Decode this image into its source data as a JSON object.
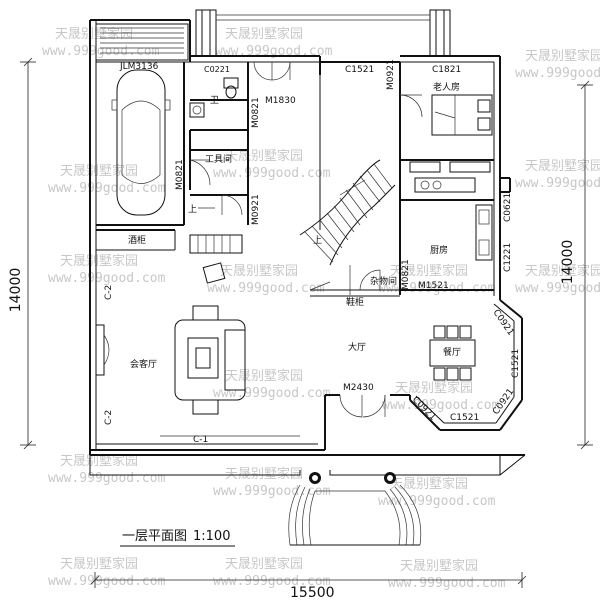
{
  "title": {
    "name": "一层平面图",
    "scale": "1:100"
  },
  "dimensions": {
    "width": "15500",
    "height_left": "14000",
    "height_right": "14000"
  },
  "rooms": {
    "old_room": "老人房",
    "toilet": "卫",
    "tool_room": "工具间",
    "wine_cabinet": "酒柜",
    "living_room": "会客厅",
    "hall": "大厅",
    "kitchen": "厨房",
    "storage": "杂物间",
    "shoe_cabinet": "鞋柜",
    "dining": "餐厅",
    "up_left": "上",
    "up_stair": "上"
  },
  "labels": {
    "jlm3136": "JLM3136",
    "c0221": "C0221",
    "m1830": "M1830",
    "m0821_top": "M0821",
    "m0821_left": "M0821",
    "m0921_a": "M0921",
    "m0921_b": "M0921",
    "c1521_top": "C1521",
    "c1821": "C1821",
    "c0621": "C0621",
    "c1221": "C1221",
    "m0821_storage": "M0821",
    "m1521": "M1521",
    "c0921_right": "C0921",
    "c1521_right": "C1521",
    "c0921_br": "C0921",
    "c0921_bl": "C0921",
    "c1521_bottom": "C1521",
    "m2430": "M2430",
    "c1": "C-1",
    "c2_top": "C-2",
    "c2_bottom": "C-2"
  },
  "watermark": {
    "name": "天晟别墅家园",
    "url": "www.999good.com"
  }
}
